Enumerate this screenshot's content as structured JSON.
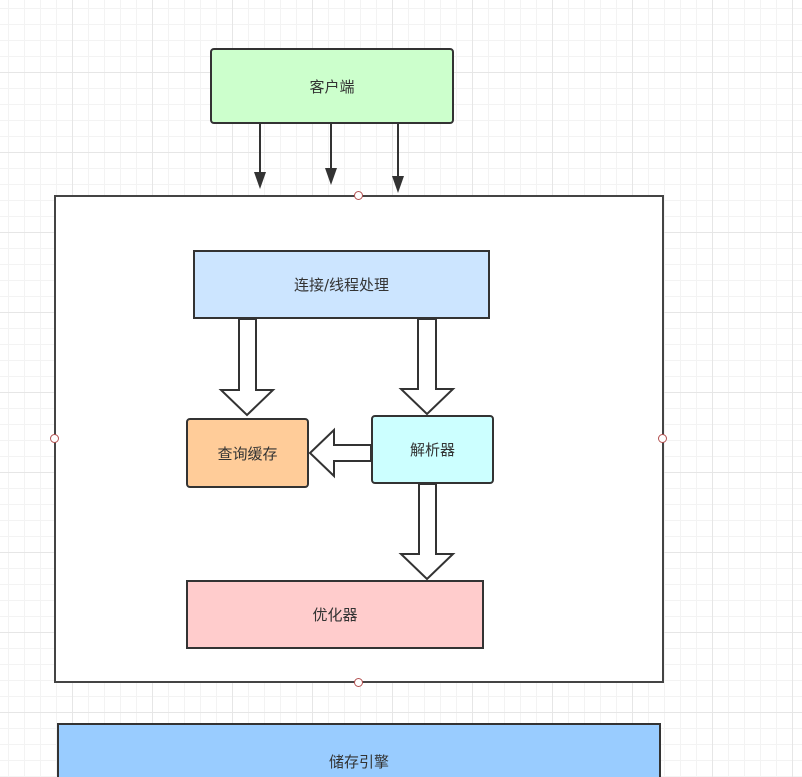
{
  "nodes": {
    "client": {
      "label": "客户端",
      "fill": "#ccffcc"
    },
    "connection": {
      "label": "连接/线程处理",
      "fill": "#cce5ff"
    },
    "query_cache": {
      "label": "查询缓存",
      "fill": "#ffcc99"
    },
    "parser": {
      "label": "解析器",
      "fill": "#ccffff"
    },
    "optimizer": {
      "label": "优化器",
      "fill": "#ffcccc"
    },
    "storage_engine": {
      "label": "储存引擎",
      "fill": "#99ccff"
    }
  },
  "colors": {
    "stroke": "#333333",
    "container_border": "#444444",
    "handle": "#b35050"
  }
}
